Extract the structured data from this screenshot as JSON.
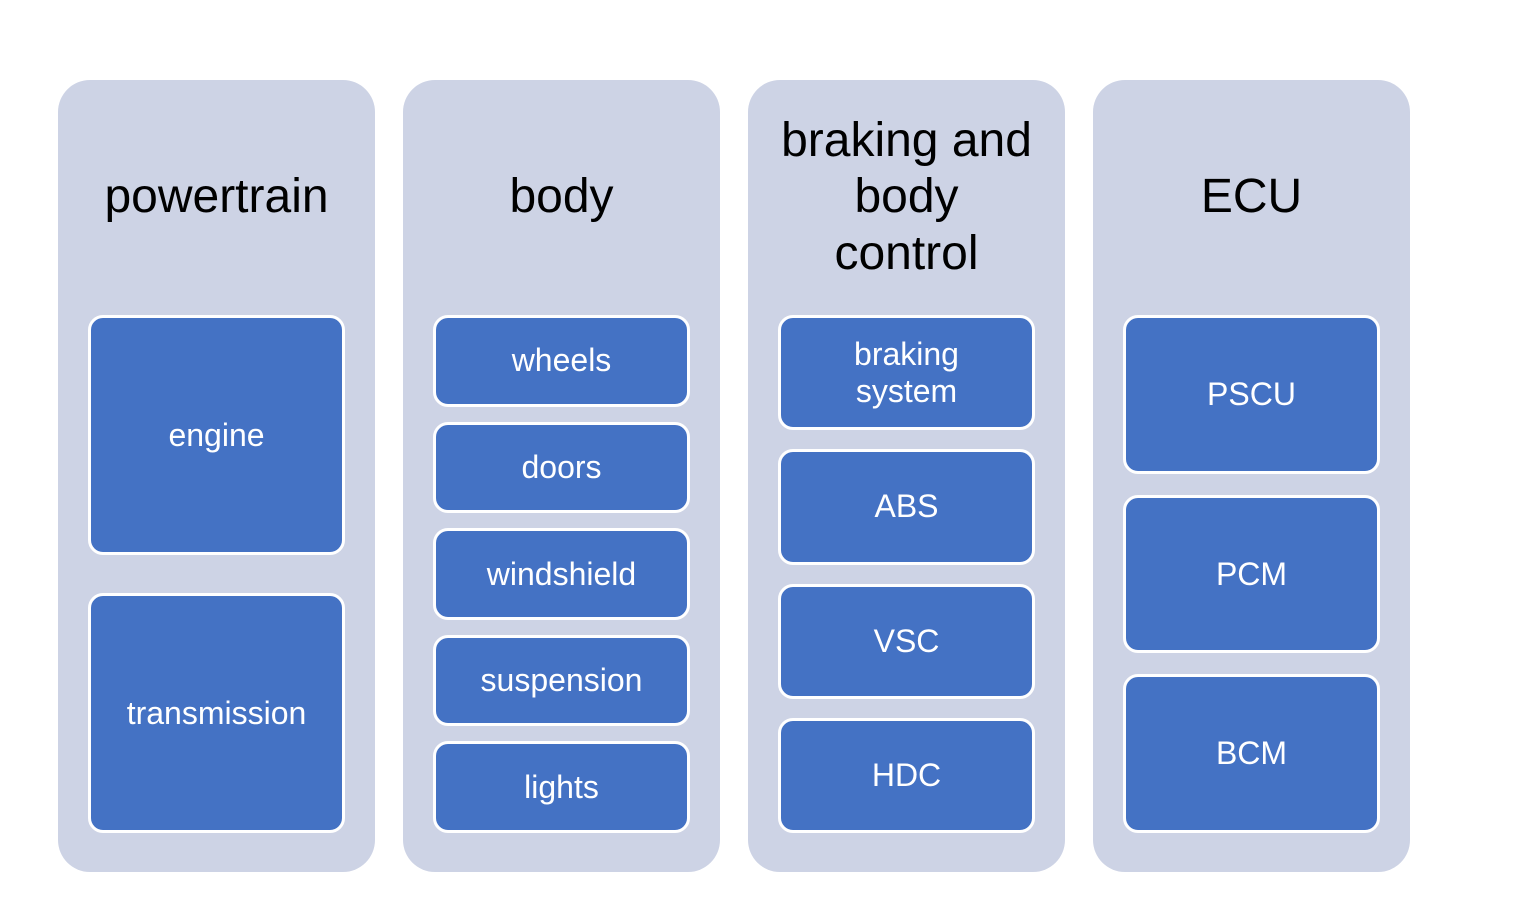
{
  "diagram": {
    "type": "grouped-list",
    "columns": [
      {
        "title": "powertrain",
        "items": [
          "engine",
          "transmission"
        ]
      },
      {
        "title": "body",
        "items": [
          "wheels",
          "doors",
          "windshield",
          "suspension",
          "lights"
        ]
      },
      {
        "title": "braking and body control",
        "items": [
          "braking system",
          "ABS",
          "VSC",
          "HDC"
        ]
      },
      {
        "title": "ECU",
        "items": [
          "PSCU",
          "PCM",
          "BCM"
        ]
      }
    ],
    "colors": {
      "page_background": "#ffffff",
      "column_background": "#cdd3e5",
      "node_background": "#4472c4",
      "node_border": "#ffffff",
      "title_text": "#000000",
      "node_text": "#ffffff"
    }
  }
}
